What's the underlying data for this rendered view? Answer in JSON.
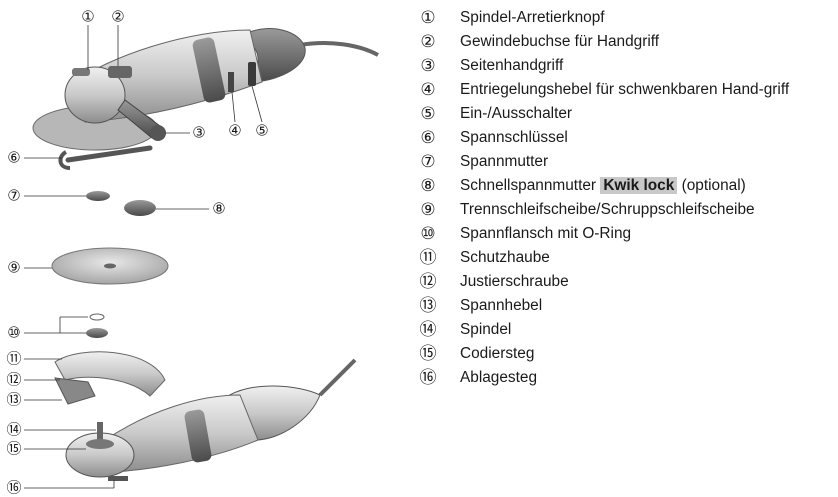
{
  "figure": {
    "callouts": [
      {
        "marker": "①"
      },
      {
        "marker": "②"
      },
      {
        "marker": "③"
      },
      {
        "marker": "④"
      },
      {
        "marker": "⑤"
      },
      {
        "marker": "⑥"
      },
      {
        "marker": "⑦"
      },
      {
        "marker": "⑧"
      },
      {
        "marker": "⑨"
      },
      {
        "marker": "⑩"
      },
      {
        "marker": "⑪"
      },
      {
        "marker": "⑫"
      },
      {
        "marker": "⑬"
      },
      {
        "marker": "⑭"
      },
      {
        "marker": "⑮"
      },
      {
        "marker": "⑯"
      }
    ]
  },
  "legend": [
    {
      "marker": "①",
      "text": "Spindel-Arretierknopf"
    },
    {
      "marker": "②",
      "text": "Gewindebuchse für Handgriff"
    },
    {
      "marker": "③",
      "text": "Seitenhandgriff"
    },
    {
      "marker": "④",
      "text": "Entriegelungshebel für schwenkbaren Hand-griff"
    },
    {
      "marker": "⑤",
      "text": "Ein-/Ausschalter"
    },
    {
      "marker": "⑥",
      "text": "Spannschlüssel"
    },
    {
      "marker": "⑦",
      "text": "Spannmutter"
    },
    {
      "marker": "⑧",
      "text": "Schnellspannmutter",
      "highlight": "Kwik lock",
      "suffix": "(optional)"
    },
    {
      "marker": "⑨",
      "text": "Trennschleifscheibe/Schruppschleifscheibe"
    },
    {
      "marker": "⑩",
      "text": "Spannflansch mit O-Ring"
    },
    {
      "marker": "⑪",
      "text": "Schutzhaube"
    },
    {
      "marker": "⑫",
      "text": "Justierschraube"
    },
    {
      "marker": "⑬",
      "text": "Spannhebel"
    },
    {
      "marker": "⑭",
      "text": "Spindel"
    },
    {
      "marker": "⑮",
      "text": "Codiersteg"
    },
    {
      "marker": "⑯",
      "text": "Ablagesteg"
    }
  ]
}
